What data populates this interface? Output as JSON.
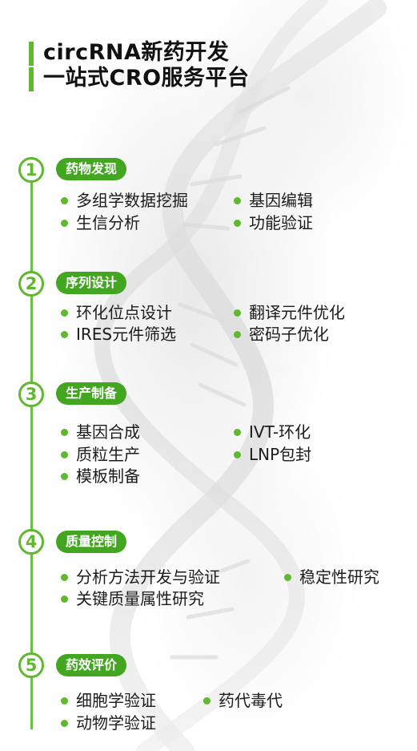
{
  "header": {
    "title_line1": "circRNA新药开发",
    "title_line2": "一站式CRO服务平台"
  },
  "colors": {
    "accent_green": "#5fb82e",
    "badge_green": "#42a620",
    "text_dark": "#1a1a1a"
  },
  "steps": [
    {
      "number": "1",
      "label": "药物发现",
      "items": [
        "多组学数据挖掘",
        "基因编辑",
        "生信分析",
        "功能验证"
      ]
    },
    {
      "number": "2",
      "label": "序列设计",
      "items": [
        "环化位点设计",
        "翻译元件优化",
        "IRES元件筛选",
        "密码子优化"
      ]
    },
    {
      "number": "3",
      "label": "生产制备",
      "items": [
        "基因合成",
        "IVT-环化",
        "质粒生产",
        "LNP包封",
        "模板制备"
      ]
    },
    {
      "number": "4",
      "label": "质量控制",
      "items": [
        "分析方法开发与验证",
        "稳定性研究",
        "关键质量属性研究"
      ]
    },
    {
      "number": "5",
      "label": "药效评价",
      "items": [
        "细胞学验证",
        "药代毒代",
        "动物学验证"
      ]
    }
  ]
}
